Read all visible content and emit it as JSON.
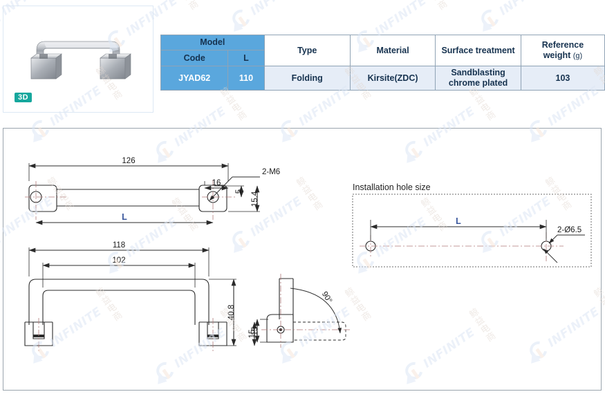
{
  "product_photo": {
    "badge": "3D",
    "alt_name": "folding-handle-3d-render"
  },
  "spec_table": {
    "group_header": "Model",
    "headers": {
      "code": "Code",
      "l": "L",
      "type": "Type",
      "material": "Material",
      "surface": "Surface treatment",
      "weight_main": "Reference",
      "weight_sub": "weight",
      "weight_unit": "(g)"
    },
    "row": {
      "code": "JYAD62",
      "l": "110",
      "type": "Folding",
      "material": "Kirsite(ZDC)",
      "surface_line1": "Sandblasting",
      "surface_line2": "chrome plated",
      "weight": "103"
    },
    "colors": {
      "header_blue": "#5aa7dd",
      "row_fill": "#e6edf7",
      "border": "#8fa3b5"
    }
  },
  "drawing": {
    "top_view": {
      "overall_length": "126",
      "block_width": "16",
      "thread_callout": "2-M6",
      "hole_offset": "5",
      "block_depth": "15.4",
      "center_distance": "L"
    },
    "front_view": {
      "outer_length": "118",
      "inner_length": "102",
      "height": "40.8",
      "foot_height": "15"
    },
    "side_view": {
      "angle": "90°",
      "foot_height": "15"
    },
    "install_view": {
      "title": "Installation hole size",
      "center_distance": "L",
      "hole_callout": "2-Ø6.5"
    },
    "colors": {
      "line": "#2b2b2b",
      "dim_text": "#1a1a1a",
      "blue_label": "#39569c",
      "center_line": "#b07a7a"
    }
  },
  "watermark": {
    "text": "INFINITE",
    "cn": "鲸益电商"
  }
}
